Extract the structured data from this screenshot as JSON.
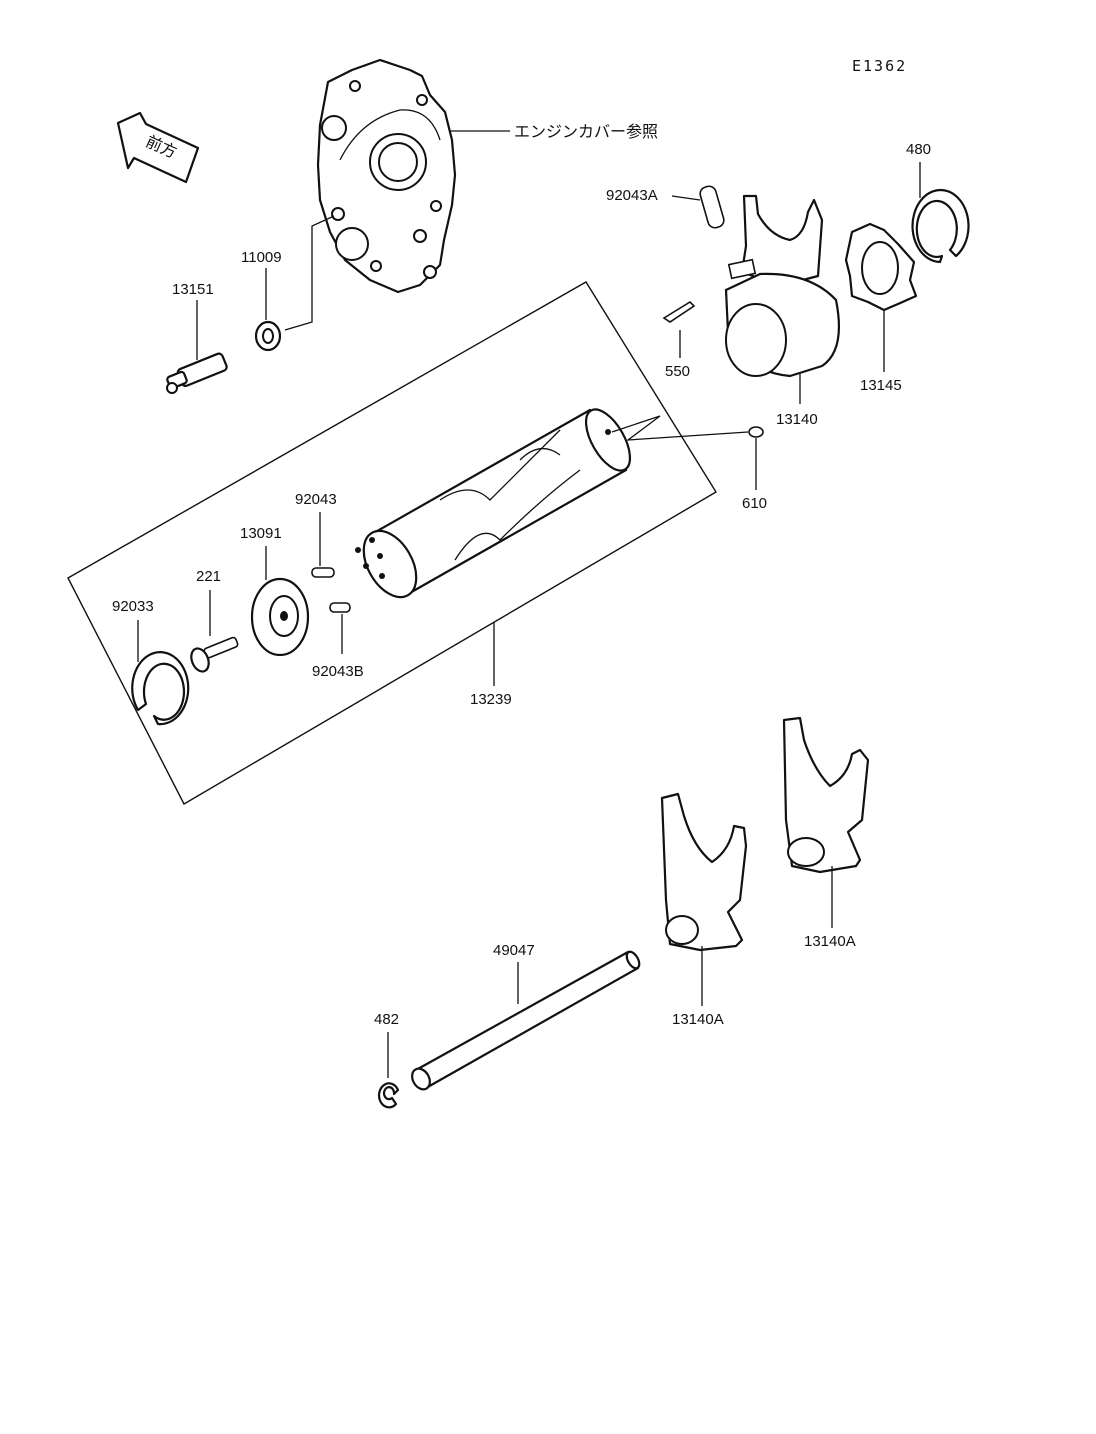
{
  "diagram": {
    "code": "E1362",
    "front_arrow": "前方",
    "engine_cover_ref": "エンジンカバー参照",
    "parts": [
      {
        "id": "p480",
        "number": "480"
      },
      {
        "id": "p92043A",
        "number": "92043A"
      },
      {
        "id": "p11009",
        "number": "11009"
      },
      {
        "id": "p13151",
        "number": "13151"
      },
      {
        "id": "p550",
        "number": "550"
      },
      {
        "id": "p13145",
        "number": "13145"
      },
      {
        "id": "p13140",
        "number": "13140"
      },
      {
        "id": "p610",
        "number": "610"
      },
      {
        "id": "p92043",
        "number": "92043"
      },
      {
        "id": "p13091",
        "number": "13091"
      },
      {
        "id": "p221",
        "number": "221"
      },
      {
        "id": "p92033",
        "number": "92033"
      },
      {
        "id": "p92043B",
        "number": "92043B"
      },
      {
        "id": "p13239",
        "number": "13239"
      },
      {
        "id": "p49047",
        "number": "49047"
      },
      {
        "id": "p13140A_right",
        "number": "13140A"
      },
      {
        "id": "p13140A_left",
        "number": "13140A"
      },
      {
        "id": "p482",
        "number": "482"
      }
    ]
  }
}
